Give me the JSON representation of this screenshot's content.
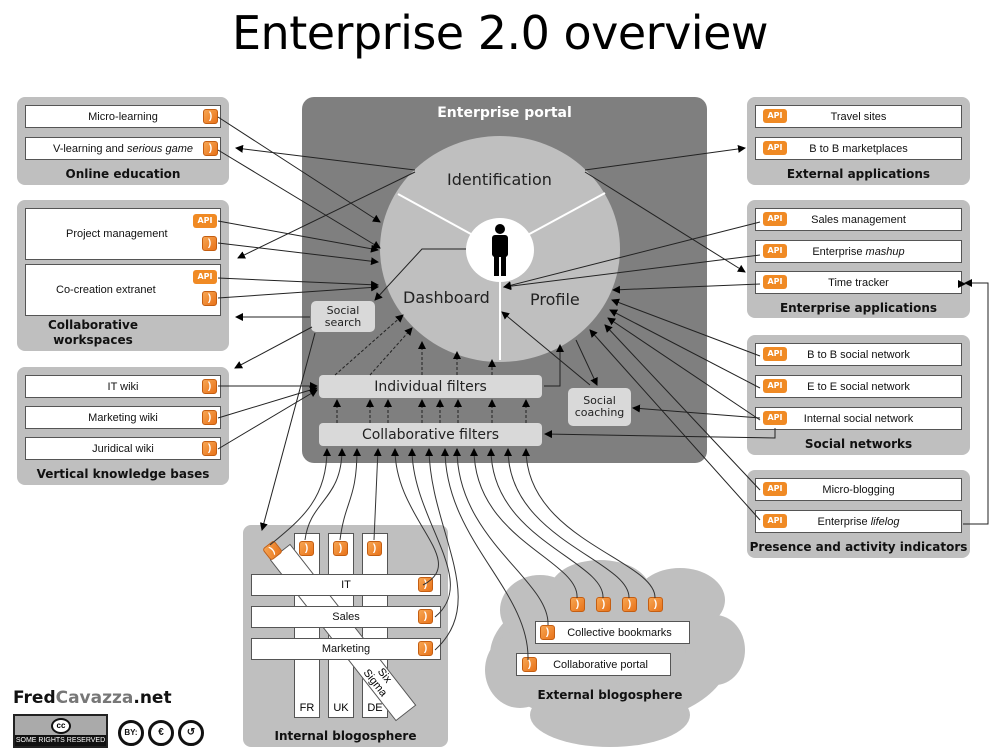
{
  "title": "Enterprise 2.0 overview",
  "portal": {
    "title": "Enterprise portal",
    "segments": [
      "Identification",
      "Dashboard",
      "Profile"
    ],
    "center_icon": "person-icon",
    "social_search": [
      "Social",
      "search"
    ],
    "social_coaching": [
      "Social",
      "coaching"
    ],
    "individual_filters": "Individual filters",
    "collaborative_filters": "Collaborative filters"
  },
  "groups": {
    "online_education": {
      "label": "Online education",
      "items": [
        {
          "label": "Micro-learning",
          "badges": [
            "rss"
          ]
        },
        {
          "label": "V-learning and serious game",
          "badges": [
            "rss"
          ]
        }
      ]
    },
    "collaborative_workspaces": {
      "label": "Collaborative workspaces",
      "items": [
        {
          "label": "Project management",
          "badges": [
            "api",
            "rss"
          ]
        },
        {
          "label": "Co-creation extranet",
          "badges": [
            "api",
            "rss"
          ]
        }
      ]
    },
    "vertical_knowledge_bases": {
      "label": "Vertical knowledge bases",
      "items": [
        {
          "label": "IT wiki",
          "badges": [
            "rss"
          ]
        },
        {
          "label": "Marketing wiki",
          "badges": [
            "rss"
          ]
        },
        {
          "label": "Juridical wiki",
          "badges": [
            "rss"
          ]
        }
      ]
    },
    "external_applications": {
      "label": "External applications",
      "items": [
        {
          "label": "Travel sites",
          "badges": [
            "api"
          ]
        },
        {
          "label": "B to B marketplaces",
          "badges": [
            "api"
          ]
        }
      ]
    },
    "enterprise_applications": {
      "label": "Enterprise applications",
      "items": [
        {
          "label": "Sales management",
          "badges": [
            "api"
          ]
        },
        {
          "label": "Enterprise mashup",
          "badges": [
            "api"
          ]
        },
        {
          "label": "Time tracker",
          "badges": [
            "api"
          ]
        }
      ]
    },
    "social_networks": {
      "label": "Social networks",
      "items": [
        {
          "label": "B to B social network",
          "badges": [
            "api"
          ]
        },
        {
          "label": "E to E social network",
          "badges": [
            "api"
          ]
        },
        {
          "label": "Internal social network",
          "badges": [
            "api"
          ]
        }
      ]
    },
    "presence_indicators": {
      "label": "Presence and activity indicators",
      "items": [
        {
          "label": "Micro-blogging",
          "badges": [
            "api"
          ]
        },
        {
          "label": "Enterprise lifelog",
          "badges": [
            "api"
          ]
        }
      ]
    },
    "internal_blogosphere": {
      "label": "Internal blogosphere",
      "rows": [
        "IT",
        "Sales",
        "Marketing"
      ],
      "columns": [
        "FR",
        "UK",
        "DE"
      ],
      "diagonal": "Six Sigma"
    },
    "external_blogosphere": {
      "label": "External blogosphere",
      "items": [
        "Collective bookmarks",
        "Collaborative portal"
      ]
    }
  },
  "badges": {
    "api": "API",
    "rss": "rss-icon"
  },
  "colors": {
    "api": "#f08a24",
    "rss": "#e8731a",
    "portal": "#7f7f7f",
    "group": "#bfbfbf",
    "filter": "#d9d9d9"
  },
  "footer": {
    "brand_a": "Fred",
    "brand_b": "Cavazza",
    "brand_c": ".net",
    "cc_label": "cc",
    "cc_rights": "SOME RIGHTS RESERVED",
    "licenses": [
      "BY:",
      "€",
      "↺"
    ]
  }
}
